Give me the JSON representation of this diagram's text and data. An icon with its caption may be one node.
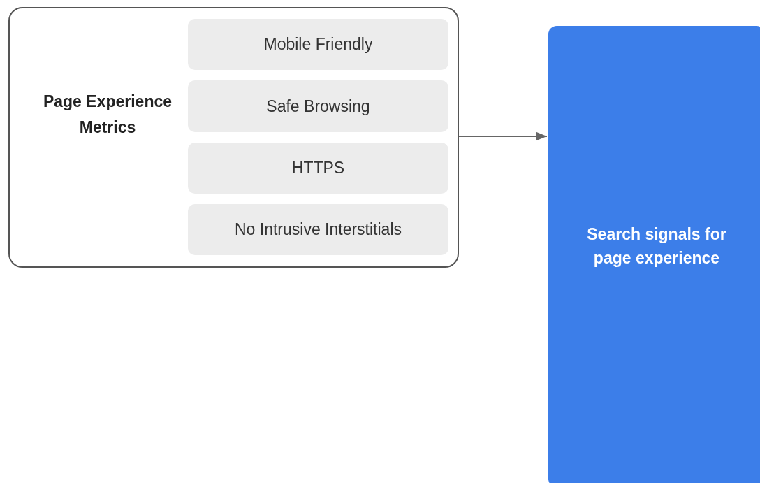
{
  "diagram": {
    "nodes": [
      {
        "text": [
          "Page Experience Metrics"
        ]
      },
      {
        "text": [
          "Mobile Friendly"
        ],
        "in": 0
      },
      {
        "text": [
          "Safe Browsing"
        ],
        "in": 0
      },
      {
        "text": [
          "HTTPS"
        ],
        "in": 0
      },
      {
        "text": [
          "No Intrusive Interstitials"
        ],
        "in": 0
      },
      {
        "text": [
          "Search signals for page experience"
        ]
      }
    ],
    "edges": [
      {
        "from": 0,
        "to": 5,
        "arrow": "to"
      }
    ]
  }
}
